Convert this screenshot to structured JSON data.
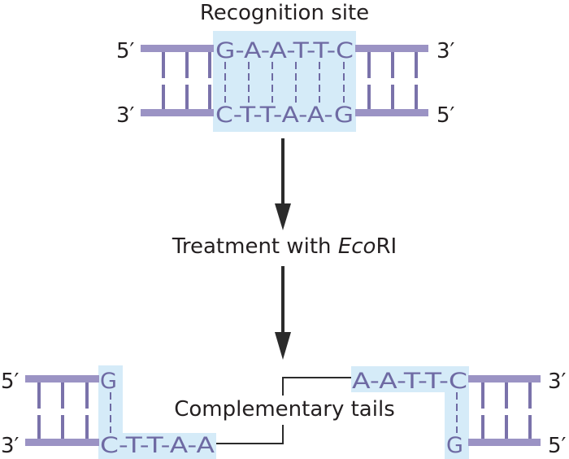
{
  "title": "Recognition site",
  "treatment": {
    "prefix": "Treatment with ",
    "enzyme_italic": "Eco",
    "enzyme_suffix": "RI"
  },
  "tails_label": "Complementary tails",
  "colors": {
    "strand": "#9b93c4",
    "rung": "#7a72aa",
    "highlight": "#d5ebf8",
    "sequence_text": "#6e6aa3",
    "label_text": "#231f20",
    "arrow": "#2b2b2b"
  },
  "original": {
    "top_strand": {
      "left_end": "5′",
      "sequence": "G-A-A-T-T-C",
      "right_end": "3′"
    },
    "bottom_strand": {
      "left_end": "3′",
      "sequence": "C-T-T-A-A-G",
      "right_end": "5′"
    }
  },
  "fragment_left": {
    "top_end": "5′",
    "top_base": "G",
    "bottom_end": "3′",
    "bottom_tail": "C-T-T-A-A"
  },
  "fragment_right": {
    "top_tail": "A-A-T-T-C",
    "top_end": "3′",
    "bottom_base": "G",
    "bottom_end": "5′"
  }
}
